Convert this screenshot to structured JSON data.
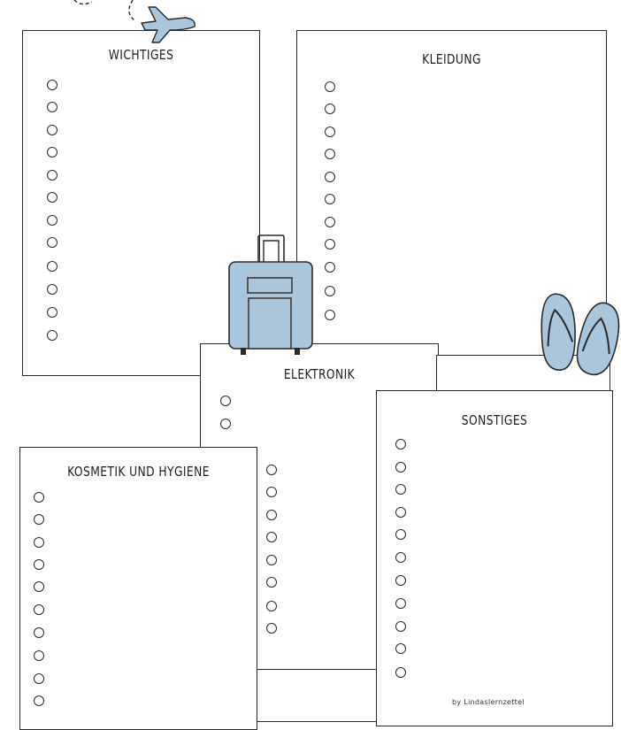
{
  "sections": {
    "wichtiges": {
      "title": "WICHTIGES",
      "items": 12
    },
    "kleidung": {
      "title": "KLEIDUNG",
      "items": 11
    },
    "elektronik": {
      "title": "ELEKTRONIK",
      "items": 2
    },
    "kosmetik": {
      "title": "KOSMETIK UND HYGIENE",
      "items": 10
    },
    "middle_column": {
      "items": 8
    },
    "sonstiges": {
      "title": "SONSTIGES",
      "items": 11
    }
  },
  "credit": "by Lindaslernzettel",
  "icons": [
    "airplane-icon",
    "suitcase-icon",
    "flip-flops-icon"
  ],
  "colors": {
    "accent": "#a9c6dc",
    "outline": "#2a2a2a"
  }
}
